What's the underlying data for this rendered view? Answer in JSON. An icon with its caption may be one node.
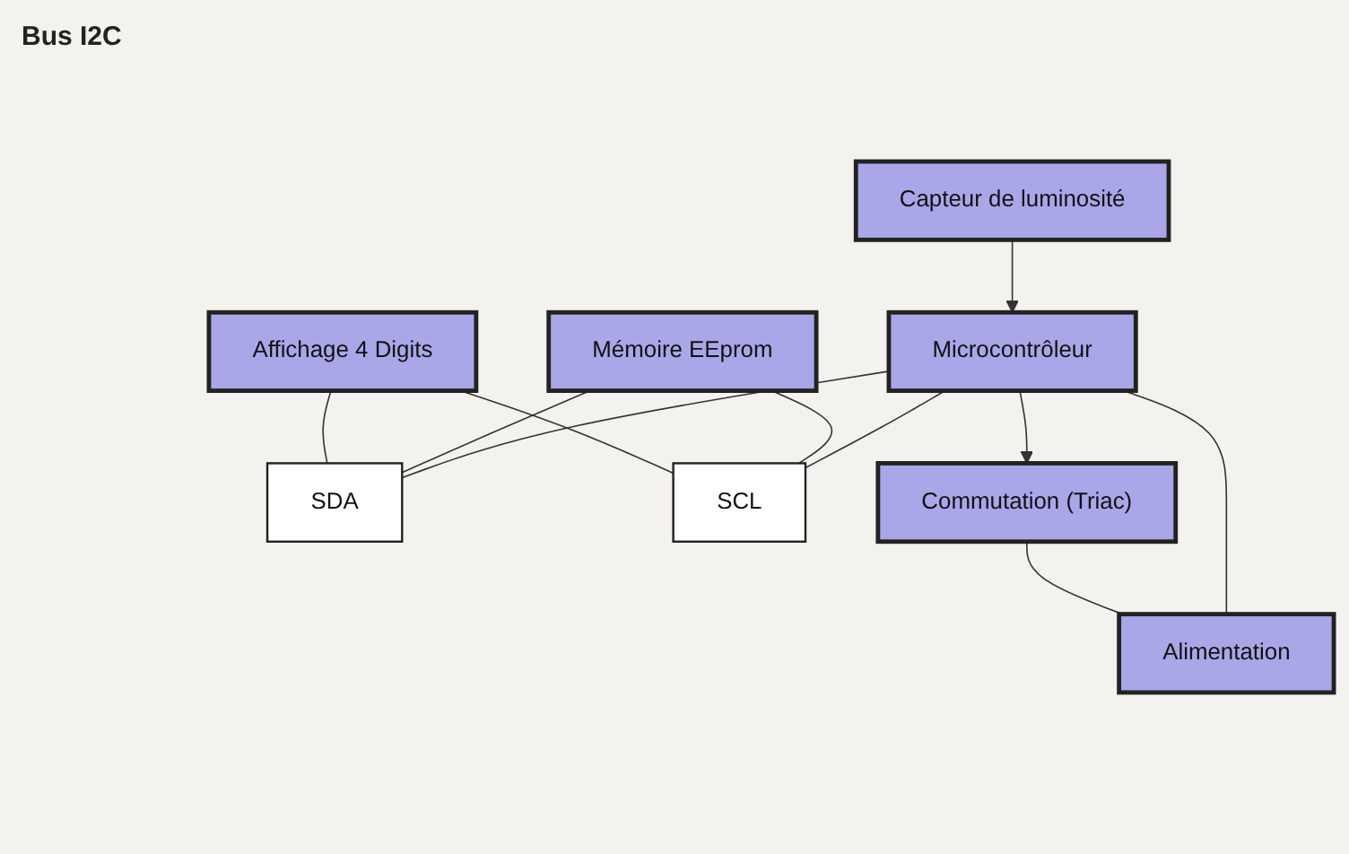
{
  "diagram": {
    "nodes": [
      {
        "text": [
          "Affichage 4 Digits"
        ]
      },
      {
        "text": [
          "Mémoire EEprom"
        ]
      },
      {
        "text": [
          "SDA"
        ]
      },
      {
        "text": [
          "SCL"
        ]
      },
      {
        "text": [
          "Microcontrôleur"
        ]
      },
      {
        "text": [
          "Capteur de luminosité"
        ]
      },
      {
        "text": [
          "Commutation (Triac)"
        ]
      },
      {
        "text": [
          "Alimentation"
        ]
      }
    ],
    "edges": [
      {
        "from": 0,
        "to": 2,
        "arrow": "none"
      },
      {
        "from": 0,
        "to": 3,
        "arrow": "none"
      },
      {
        "from": 1,
        "to": 2,
        "arrow": "none"
      },
      {
        "from": 1,
        "to": 3,
        "arrow": "none"
      },
      {
        "from": 4,
        "to": 2,
        "arrow": "none"
      },
      {
        "from": 4,
        "to": 3,
        "arrow": "none"
      },
      {
        "from": 5,
        "to": 4,
        "arrow": "to"
      },
      {
        "from": 4,
        "to": 6,
        "arrow": "to"
      },
      {
        "from": 6,
        "to": 7,
        "arrow": "none"
      },
      {
        "from": 4,
        "to": 7,
        "arrow": "none"
      }
    ],
    "labels": [
      "Bus I2C"
    ]
  }
}
